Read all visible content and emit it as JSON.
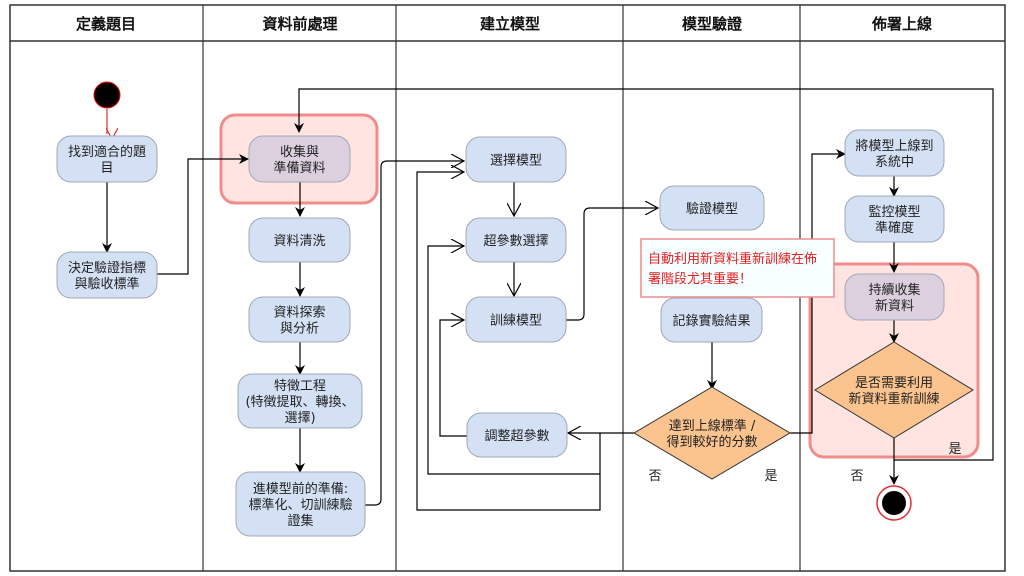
{
  "diagram": {
    "type": "swimlane-activity-diagram",
    "lanes": [
      {
        "id": "define",
        "title": "定義題目"
      },
      {
        "id": "preprocess",
        "title": "資料前處理"
      },
      {
        "id": "build",
        "title": "建立模型"
      },
      {
        "id": "validate",
        "title": "模型驗證"
      },
      {
        "id": "deploy",
        "title": "佈署上線"
      }
    ],
    "nodes": {
      "find_topic": {
        "lines": [
          "找到適合的題",
          "目"
        ]
      },
      "decide_metric": {
        "lines": [
          "決定驗證指標",
          "與驗收標準"
        ]
      },
      "collect_data": {
        "lines": [
          "收集與",
          "準備資料"
        ]
      },
      "clean_data": {
        "lines": [
          "資料清洗"
        ]
      },
      "explore_data": {
        "lines": [
          "資料探索",
          "與分析"
        ]
      },
      "feature_eng": {
        "lines": [
          "特徵工程",
          "(特徵提取、轉換、",
          "選擇)"
        ]
      },
      "prep_model": {
        "lines": [
          "進模型前的準備:",
          "標準化、切訓練驗",
          "證集"
        ]
      },
      "select_model": {
        "lines": [
          "選擇模型"
        ]
      },
      "select_hparam": {
        "lines": [
          "超參數選擇"
        ]
      },
      "train_model": {
        "lines": [
          "訓練模型"
        ]
      },
      "tune_hparam": {
        "lines": [
          "調整超參數"
        ]
      },
      "validate_model": {
        "lines": [
          "驗證模型"
        ]
      },
      "record_results": {
        "lines": [
          "記錄實驗結果"
        ]
      },
      "meet_standard": {
        "lines": [
          "達到上線標準 /",
          "得到較好的分數"
        ]
      },
      "deploy_model": {
        "lines": [
          "將模型上線到",
          "系統中"
        ]
      },
      "monitor_model": {
        "lines": [
          "監控模型",
          "準確度"
        ]
      },
      "keep_collect": {
        "lines": [
          "持續收集",
          "新資料"
        ]
      },
      "need_retrain": {
        "lines": [
          "是否需要利用",
          "新資料重新訓練"
        ]
      }
    },
    "edge_labels": {
      "meet_no": "否",
      "meet_yes": "是",
      "retrain_no": "否",
      "retrain_yes": "是"
    },
    "note": {
      "lines": [
        "自動利用新資料重新訓練在佈",
        "署階段尤其重要！"
      ]
    },
    "colors": {
      "activity_fill": "#d4e1f5",
      "activity_stroke": "#a0a8b8",
      "highlight_activity_fill": "#dcd0df",
      "decision_fill": "#fbc48f",
      "highlight_region_fill": "#ffe4e2",
      "highlight_region_stroke": "#f08c8c",
      "note_text": "#e02020",
      "start_fill": "#000000",
      "start_stroke": "#ff0000"
    }
  }
}
